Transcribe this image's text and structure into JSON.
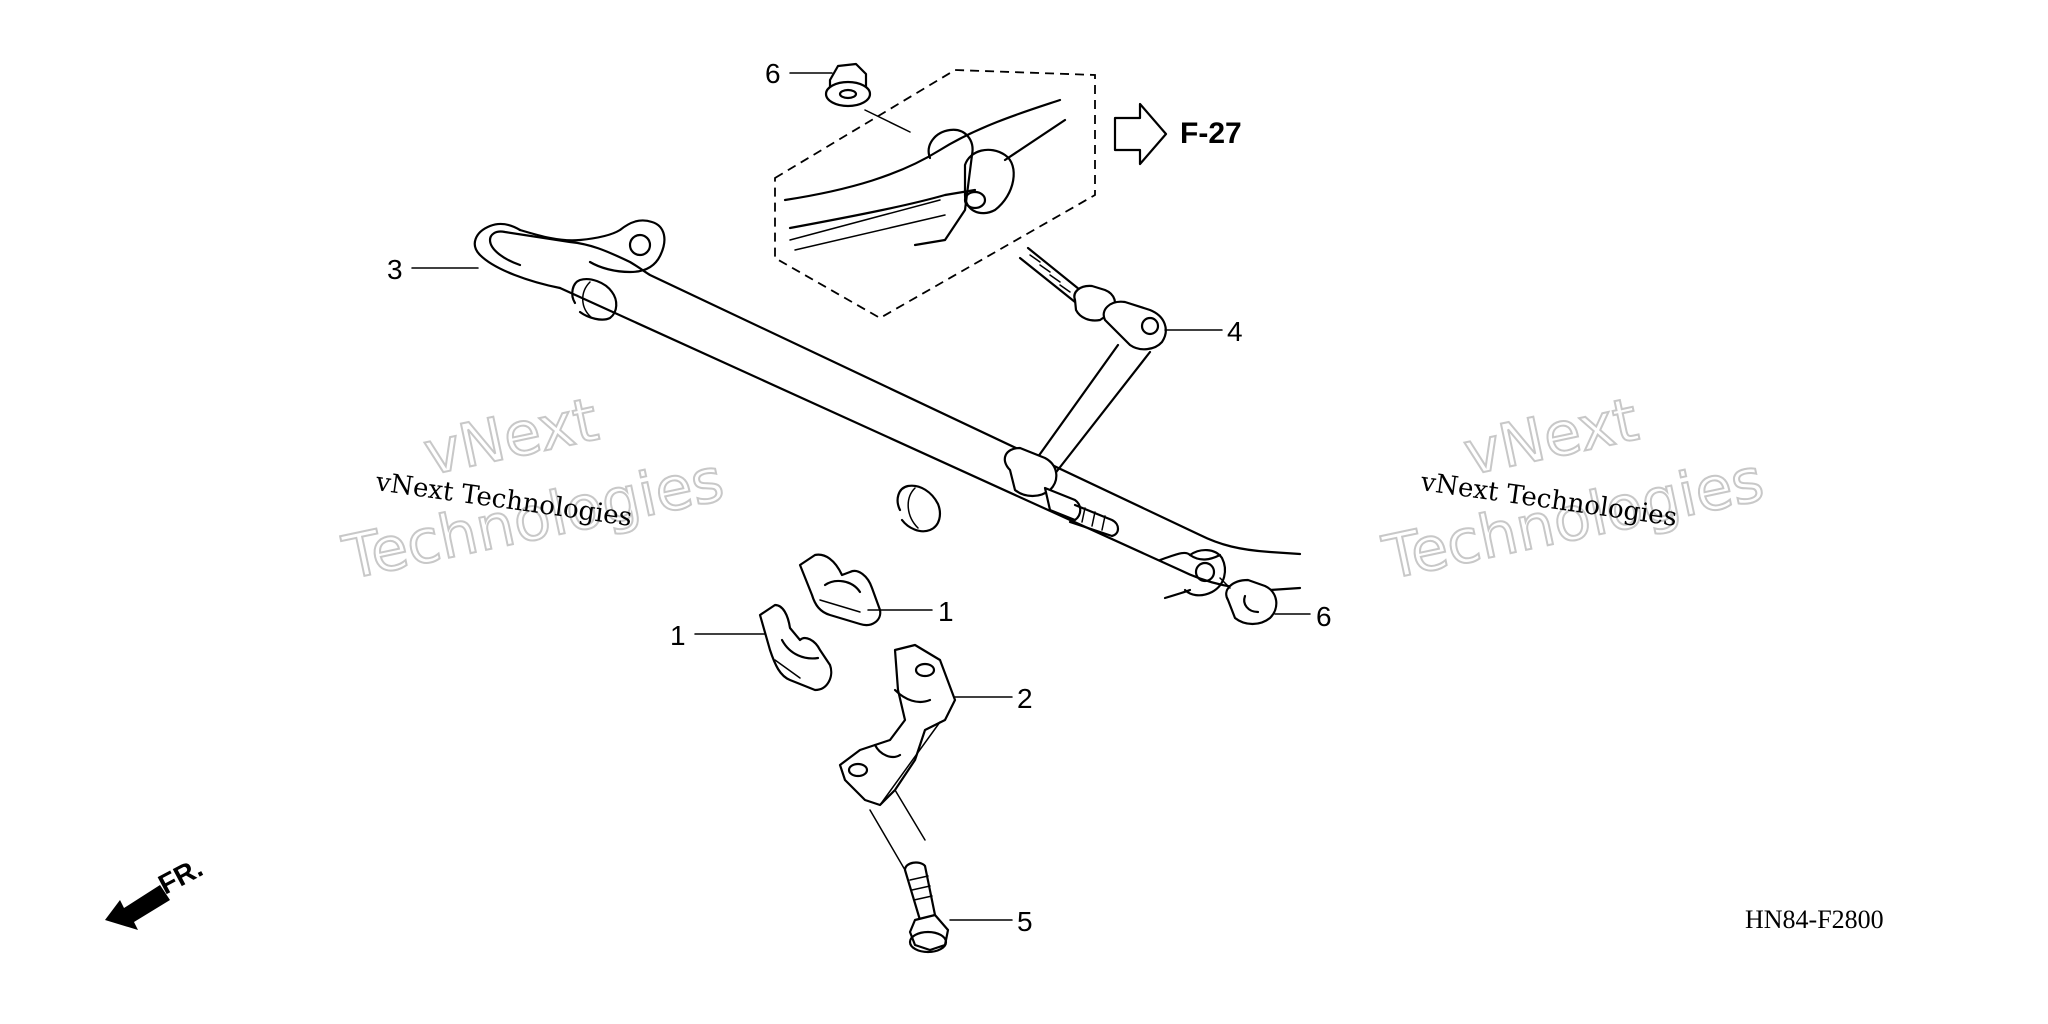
{
  "callouts": [
    {
      "id": "c1a",
      "num": "1"
    },
    {
      "id": "c1b",
      "num": "1"
    },
    {
      "id": "c2",
      "num": "2"
    },
    {
      "id": "c3",
      "num": "3"
    },
    {
      "id": "c4",
      "num": "4"
    },
    {
      "id": "c5",
      "num": "5"
    },
    {
      "id": "c6a",
      "num": "6"
    },
    {
      "id": "c6b",
      "num": "6"
    }
  ],
  "reference": "F-27",
  "front_marker": "FR.",
  "diagram_code": "HN84-F2800",
  "watermarks": [
    {
      "small": "vNext Technologies",
      "big_line1": "vNext",
      "big_line2": "Technologies"
    },
    {
      "small": "vNext Technologies",
      "big_line1": "vNext",
      "big_line2": "Technologies"
    }
  ]
}
